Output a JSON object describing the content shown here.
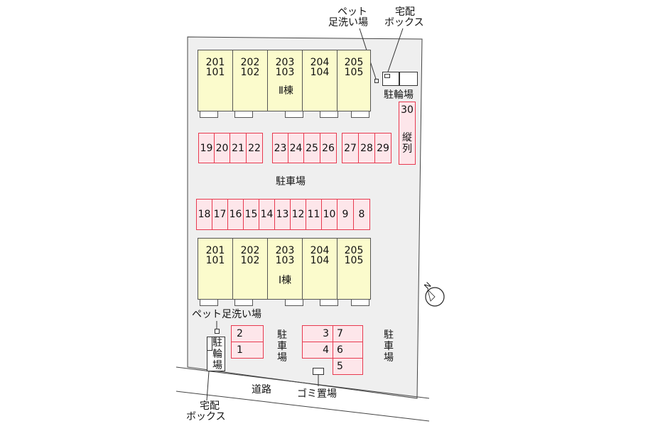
{
  "building2": {
    "units": [
      {
        "top": "201",
        "bottom": "101"
      },
      {
        "top": "202",
        "bottom": "102"
      },
      {
        "top": "203",
        "bottom": "103"
      },
      {
        "top": "204",
        "bottom": "104"
      },
      {
        "top": "205",
        "bottom": "105"
      }
    ],
    "name": "Ⅱ棟"
  },
  "building1": {
    "units": [
      {
        "top": "201",
        "bottom": "101"
      },
      {
        "top": "202",
        "bottom": "102"
      },
      {
        "top": "203",
        "bottom": "103"
      },
      {
        "top": "204",
        "bottom": "104"
      },
      {
        "top": "205",
        "bottom": "105"
      }
    ],
    "name": "Ⅰ棟"
  },
  "parking": {
    "row_a_group1": [
      "19",
      "20",
      "21",
      "22"
    ],
    "row_a_group2": [
      "23",
      "24",
      "25",
      "26"
    ],
    "row_a_group3": [
      "27",
      "28",
      "29"
    ],
    "row_b": [
      "18",
      "17",
      "16",
      "15",
      "14",
      "13",
      "12",
      "11",
      "10",
      "9",
      "8"
    ],
    "tandem": {
      "number": "30",
      "label": "縦列"
    },
    "left_block": [
      "2",
      "1"
    ],
    "right_block_left": [
      "3",
      "4"
    ],
    "right_block_right": [
      "7",
      "6",
      "5"
    ]
  },
  "labels": {
    "parking_center": "駐車場",
    "parking_left": "駐車場",
    "parking_right": "駐車場",
    "bicycle_top": "駐輪場",
    "bicycle_bottom": "駐輪場",
    "pet_wash_top_line1": "ペット",
    "pet_wash_top_line2": "足洗い場",
    "delivery_top_line1": "宅配",
    "delivery_top_line2": "ボックス",
    "pet_wash_bottom": "ペット足洗い場",
    "delivery_bottom_line1": "宅配",
    "delivery_bottom_line2": "ボックス",
    "road": "道路",
    "garbage": "ゴミ置場",
    "north": "N"
  },
  "colors": {
    "unit_fill": "#fbfbcc",
    "spot_fill": "#fde6ea",
    "spot_border": "#e8394f",
    "lot_fill": "#efefef"
  }
}
